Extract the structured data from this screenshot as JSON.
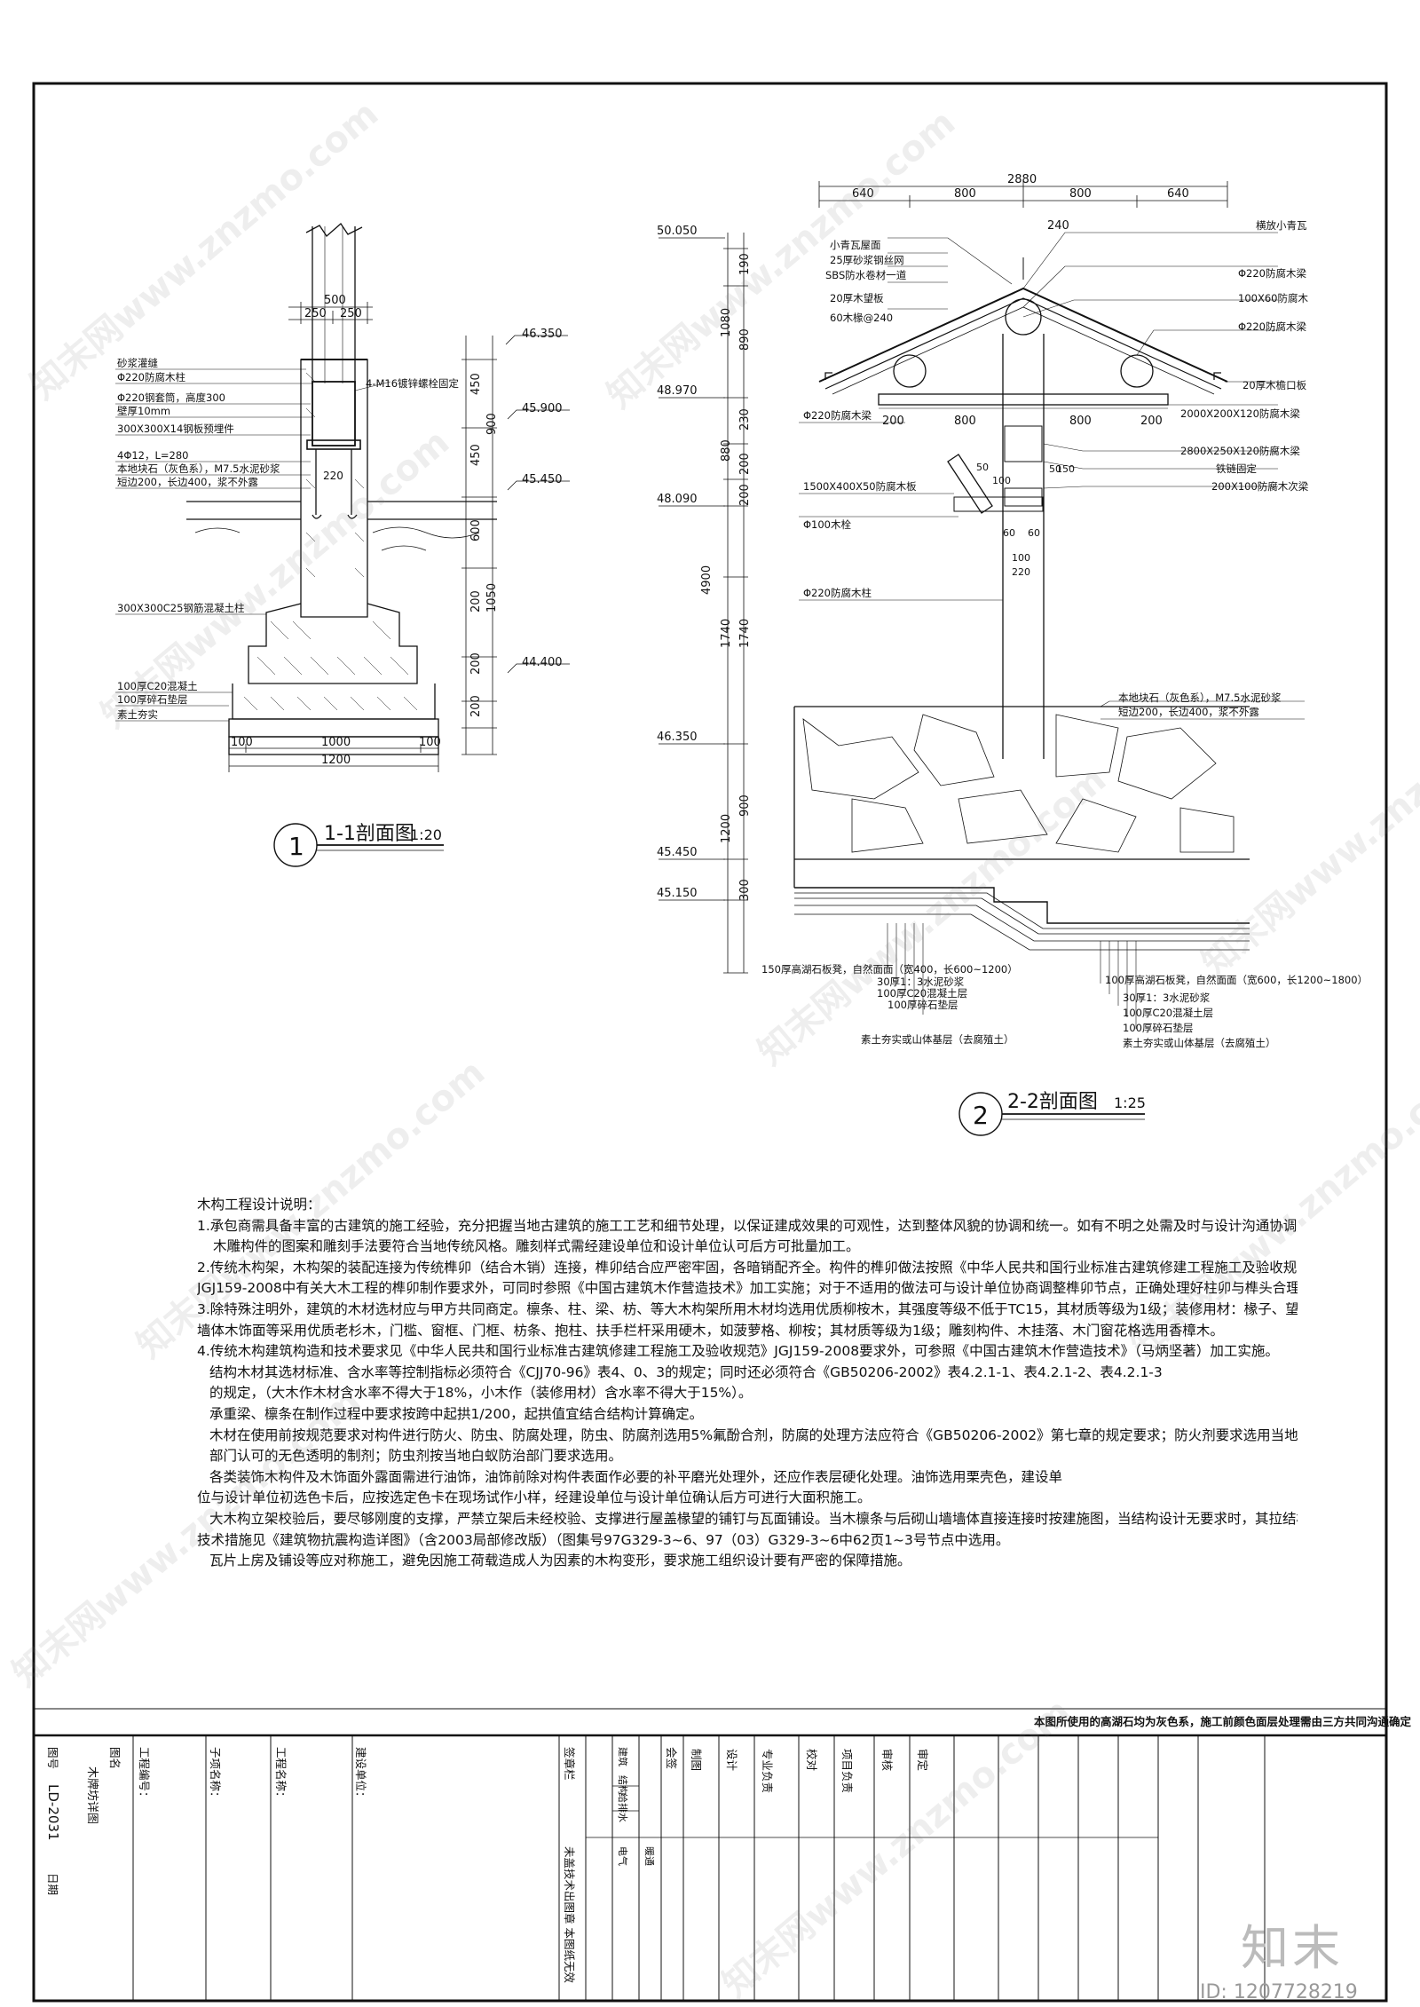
{
  "section11": {
    "title": "1-1剖面图",
    "number": "1",
    "scale": "1:20",
    "dims_top": [
      "500",
      "250",
      "250"
    ],
    "dims_bottom": [
      "100",
      "1000",
      "100",
      "1200"
    ],
    "elevations": [
      "46.350",
      "45.900",
      "45.450",
      "44.400"
    ],
    "vertical_dims": [
      "450",
      "900",
      "450",
      "600",
      "1050",
      "200",
      "200",
      "200"
    ],
    "center_mark": "220",
    "labels": [
      "砂浆灌缝",
      "Φ220防腐木柱",
      "Φ220钢套筒，高度300",
      "壁厚10mm",
      "300X300X14钢板预埋件",
      "4Φ12，L=280",
      "本地块石（灰色系），M7.5水泥砂浆",
      "短边200，长边400，浆不外露",
      "300X300C25钢筋混凝土柱",
      "100厚C20混凝土",
      "100厚碎石垫层",
      "素土夯实"
    ],
    "bolt_label": "4-M16镀锌螺栓固定"
  },
  "section22": {
    "title": "2-2剖面图",
    "number": "2",
    "scale": "1:25",
    "dims_top": [
      "2880",
      "640",
      "800",
      "800",
      "640"
    ],
    "dim_240": "240",
    "dims_mid": [
      "200",
      "800",
      "800",
      "200"
    ],
    "elevations": [
      "50.050",
      "48.970",
      "48.090",
      "46.350",
      "45.450",
      "45.150"
    ],
    "left_vertical_dims": [
      "190",
      "1080",
      "890",
      "880",
      "230",
      "200",
      "200",
      "4900",
      "1740",
      "1740",
      "1200",
      "900",
      "300"
    ],
    "left_labels": [
      "小青瓦屋面",
      "25厚砂浆钢丝网",
      "SBS防水卷材一道",
      "20厚木望板",
      "60木椽@240",
      "Φ220防腐木梁",
      "1500X400X50防腐木板",
      "Φ100木栓",
      "Φ220防腐木柱"
    ],
    "right_labels": [
      "横放小青瓦",
      "Φ220防腐木梁",
      "100X60防腐木",
      "Φ220防腐木梁",
      "20厚木檐口板",
      "2000X200X120防腐木梁",
      "2800X250X120防腐木梁",
      "铁链固定",
      "200X100防腐木次梁"
    ],
    "small_dims": [
      "50",
      "100",
      "50",
      "150",
      "60",
      "60",
      "100",
      "220"
    ],
    "ground_labels": [
      "本地块石（灰色系），M7.5水泥砂浆",
      "短边200，长边400，浆不外露"
    ],
    "bottom_left_labels": [
      "150厚高湖石板凳，自然面面（宽400，长600~1200）",
      "30厚1：3水泥砂浆",
      "100厚C20混凝土层",
      "100厚碎石垫层",
      "素土夯实或山体基层（去腐殖土）"
    ],
    "bottom_right_labels": [
      "100厚高湖石板凳，自然面面（宽600，长1200~1800）",
      "30厚1：3水泥砂浆",
      "100厚C20混凝土层",
      "100厚碎石垫层",
      "素土夯实或山体基层（去腐殖土）"
    ]
  },
  "notes": {
    "heading": "木构工程设计说明：",
    "lines": [
      "1.承包商需具备丰富的古建筑的施工经验，充分把握当地古建筑的施工工艺和细节处理，以保证建成效果的可观性，达到整体风貌的协调和统一。如有不明之处需及时与设计沟通协调解决。",
      "木雕构件的图案和雕刻手法要符合当地传统风格。雕刻样式需经建设单位和设计单位认可后方可批量加工。",
      "2.传统木构架，木构架的装配连接为传统榫卯（结合木销）连接，榫卯结合应严密牢固，各暗销配齐全。构件的榫卯做法按照《中华人民共和国行业标准古建筑修建工程施工及验收规范》",
      "JGJ159-2008中有关大木工程的榫卯制作要求外，可同时参照《中国古建筑木作营造技术》加工实施；对于不适用的做法可与设计单位协商调整榫卯节点，正确处理好柱卯与榫头合理的分配比例。",
      "3.除特殊注明外，建筑的木材选材应与甲方共同商定。檩条、柱、梁、枋、等大木构架所用木材均选用优质柳桉木，其强度等级不低于TC15，其材质等级为1级；装修用材：椽子、望板、",
      "墙体木饰面等采用优质老杉木，门槛、窗框、门框、枋条、抱柱、扶手栏杆采用硬木，如菠萝格、柳桉；其材质等级为1级；雕刻构件、木挂落、木门窗花格选用香樟木。",
      "4.传统木构建筑构造和技术要求见《中华人民共和国行业标准古建筑修建工程施工及验收规范》JGJ159-2008要求外，可参照《中国古建筑木作营造技术》（马炳坚著）加工实施。",
      "结构木材其选材标准、含水率等控制指标必须符合《CJJ70-96》表4、0、3的规定；同时还必须符合《GB50206-2002》表4.2.1-1、表4.2.1-2、表4.2.1-3",
      "的规定，（大木作木材含水率不得大于18%，小木作（装修用材）含水率不得大于15%）。",
      "承重梁、檩条在制作过程中要求按跨中起拱1/200，起拱值宜结合结构计算确定。",
      "木材在使用前按规范要求对构件进行防火、防虫、防腐处理，防虫、防腐剂选用5%氟酚合剂，防腐的处理方法应符合《GB50206-2002》第七章的规定要求；防火剂要求选用当地消防",
      "部门认可的无色透明的制剂；防虫剂按当地白蚁防治部门要求选用。",
      "各类装饰木构件及木饰面外露面需进行油饰，油饰前除对构件表面作必要的补平磨光处理外，还应作表层硬化处理。油饰选用栗壳色，建设单",
      "位与设计单位初选色卡后，应按选定色卡在现场试作小样，经建设单位与设计单位确认后方可进行大面积施工。",
      "大木构立架校验后，要尽够刚度的支撑，严禁立架后未经校验、支撑进行屋盖椽望的铺钉与瓦面铺设。当木檩条与后砌山墙墙体直接连接时按建施图，当结构设计无要求时，其拉结构造和",
      "技术措施见《建筑物抗震构造详图》（含2003局部修改版）（图集号97G329-3~6、97（03）G329-3~6中62页1~3号节点中选用。",
      "瓦片上房及铺设等应对称施工，避免因施工荷载造成人为因素的木构变形，要求施工组织设计要有严密的保障措施。"
    ]
  },
  "titleblock": {
    "note": "本图所使用的高湖石均为灰色系，施工前颜色面层处理需由三方共同沟通确定",
    "drawing_no_label": "图号",
    "drawing_no": "LD-2031",
    "date_label": "日期",
    "drawing_name_label": "图名",
    "drawing_name": "木牌坊详图",
    "project_no_label": "工程编号：",
    "sub_project_label": "子项名称：",
    "project_name_label": "工程名称：",
    "client_label": "建设单位：",
    "sign_label": "签章栏",
    "stamp_text": "未盖技术出图章 本图纸无效",
    "sign_rows": [
      "建筑",
      "结构",
      "给排水",
      "电气",
      "暖通"
    ],
    "countersign_label": "会签",
    "roles": [
      "制图",
      "设计",
      "专业负责",
      "校对",
      "项目负责",
      "审核",
      "审定"
    ]
  },
  "watermark": {
    "text": "知末网www.znzmo.com",
    "brand": "知末",
    "id": "ID: 1207728219"
  }
}
